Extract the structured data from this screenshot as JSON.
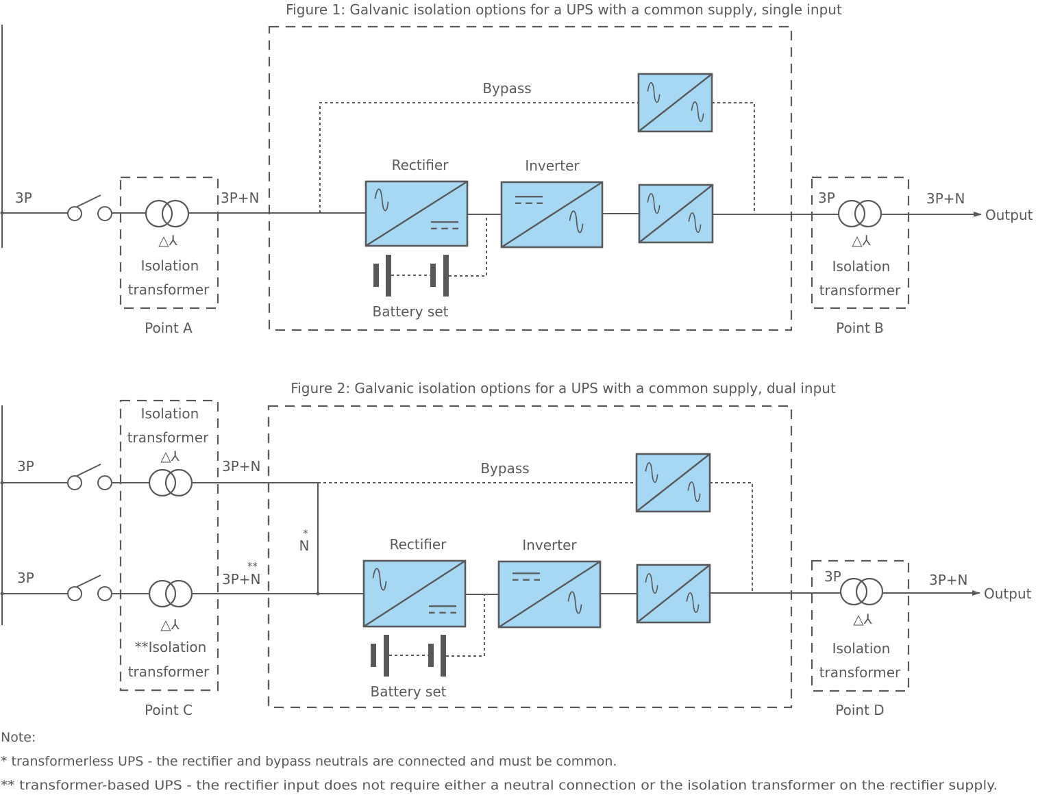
{
  "figure1": {
    "title": "Figure 1: Galvanic isolation options for a UPS with a common supply, single input",
    "input_label": "3P",
    "after_transformer_label": "3P+N",
    "bypass_label": "Bypass",
    "rectifier_label": "Rectifier",
    "inverter_label": "Inverter",
    "battery_label": "Battery set",
    "point_a": {
      "line1": "Isolation",
      "line2": "transformer",
      "caption": "Point A"
    },
    "point_b": {
      "input_label": "3P",
      "output_label": "3P+N",
      "line1": "Isolation",
      "line2": "transformer",
      "caption": "Point B"
    },
    "output_label": "Output"
  },
  "figure2": {
    "title": "Figure 2:  Galvanic isolation options for a UPS with a common supply, dual input",
    "input_top_label": "3P",
    "input_bottom_label": "3P",
    "top_line_label": "3P+N",
    "bottom_line_label": "3P+N",
    "bottom_line_mark": "**",
    "neutral_label": "N",
    "neutral_mark": "*",
    "bypass_label": "Bypass",
    "rectifier_label": "Rectifier",
    "inverter_label": "Inverter",
    "battery_label": "Battery set",
    "point_c": {
      "top_line1": "Isolation",
      "top_line2": "transformer",
      "bottom_line1": "**Isolation",
      "bottom_line2": "transformer",
      "caption": "Point C"
    },
    "point_d": {
      "input_label": "3P",
      "output_label": "3P+N",
      "line1": "Isolation",
      "line2": "transformer",
      "caption": "Point D"
    },
    "output_label": "Output"
  },
  "symbols": {
    "delta": "△",
    "wye": "⅄"
  },
  "notes": {
    "heading": "Note:",
    "items": [
      "* transformerless UPS - the rectifier and bypass neutrals are connected and must be common.",
      "** transformer-based UPS - the rectifier input does not require either a neutral connection or the isolation transformer on the rectifier supply."
    ]
  },
  "colors": {
    "converter_fill": "#a6d8f4",
    "line": "#58595b"
  }
}
